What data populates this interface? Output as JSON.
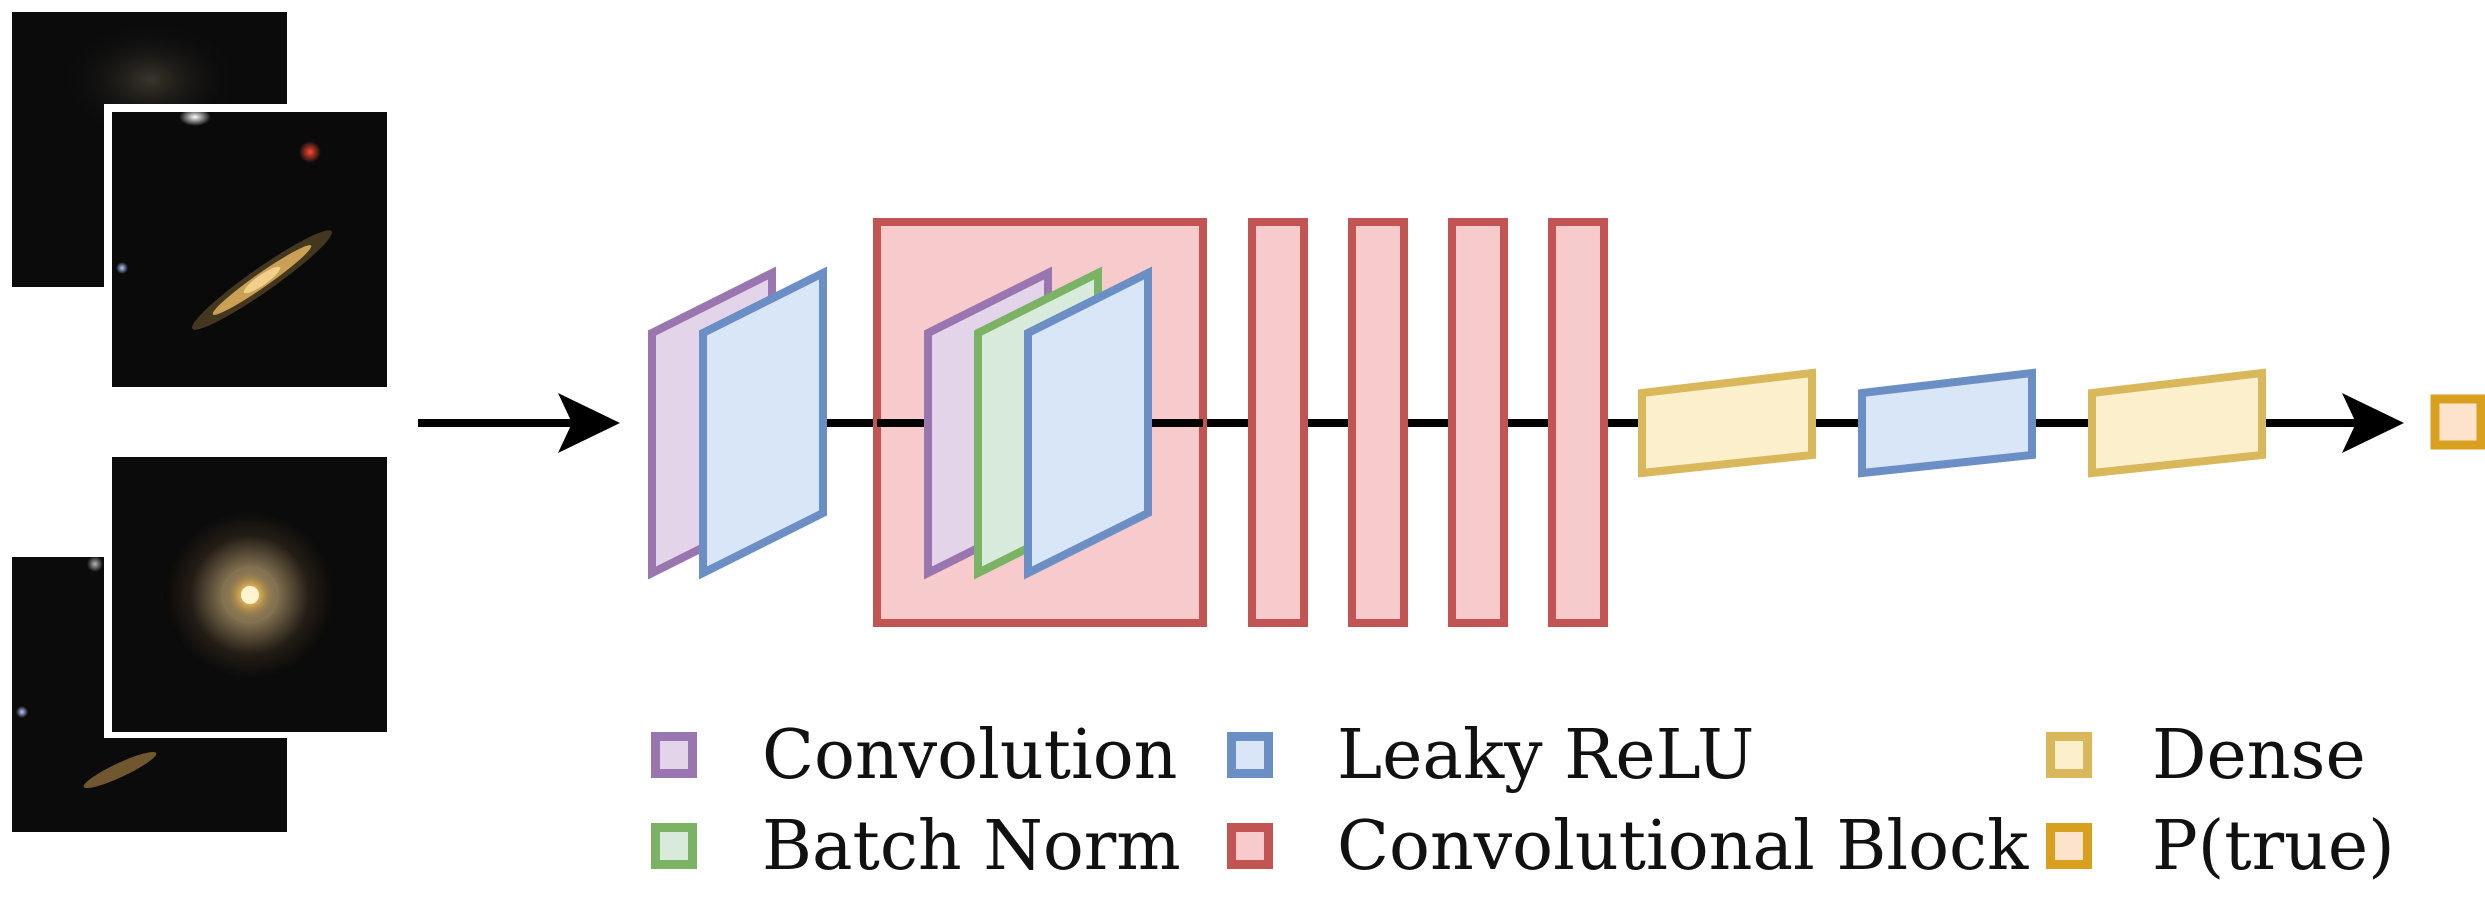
{
  "colors": {
    "convolution": {
      "fill": "#e3d4ea",
      "stroke": "#9a76b1"
    },
    "leaky_relu": {
      "fill": "#d9e6f8",
      "stroke": "#6b8fc4"
    },
    "batch_norm": {
      "fill": "#d8eadb",
      "stroke": "#7bb365"
    },
    "conv_block": {
      "fill": "#f7cbcb",
      "stroke": "#c25553"
    },
    "dense": {
      "fill": "#fcf0cc",
      "stroke": "#d9b85c"
    },
    "p_true": {
      "fill": "#fde3cc",
      "stroke": "#d9a020"
    },
    "arrow": "#000000"
  },
  "legend": [
    {
      "key": "convolution",
      "label": "Convolution"
    },
    {
      "key": "leaky_relu",
      "label": "Leaky ReLU"
    },
    {
      "key": "dense",
      "label": "Dense"
    },
    {
      "key": "batch_norm",
      "label": "Batch Norm"
    },
    {
      "key": "conv_block",
      "label": "Convolutional Block"
    },
    {
      "key": "p_true",
      "label": "P(true)"
    }
  ],
  "input_images": [
    "edge-on galaxy cutout",
    "elliptical galaxy cutout"
  ]
}
